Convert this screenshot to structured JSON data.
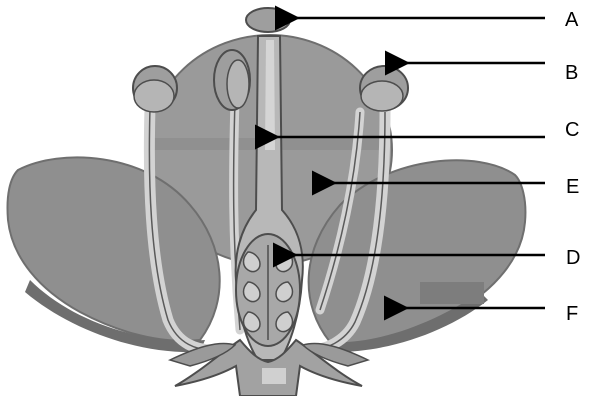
{
  "diagram": {
    "labels": {
      "a": "A",
      "b": "B",
      "c": "C",
      "d": "D",
      "e": "E",
      "f": "F"
    }
  },
  "colors": {
    "background": "#ffffff",
    "petal": "#8f8f8f",
    "petal_back": "#9a9a9a",
    "petal_edge": "#6f6f6f",
    "petal_shadow": "#7a7a7a",
    "stalk": "#b8b8b8",
    "ovary": "#a8a8a8",
    "anther": "#9e9e9e",
    "outline": "#4d4d4d",
    "arrow": "#000000"
  }
}
